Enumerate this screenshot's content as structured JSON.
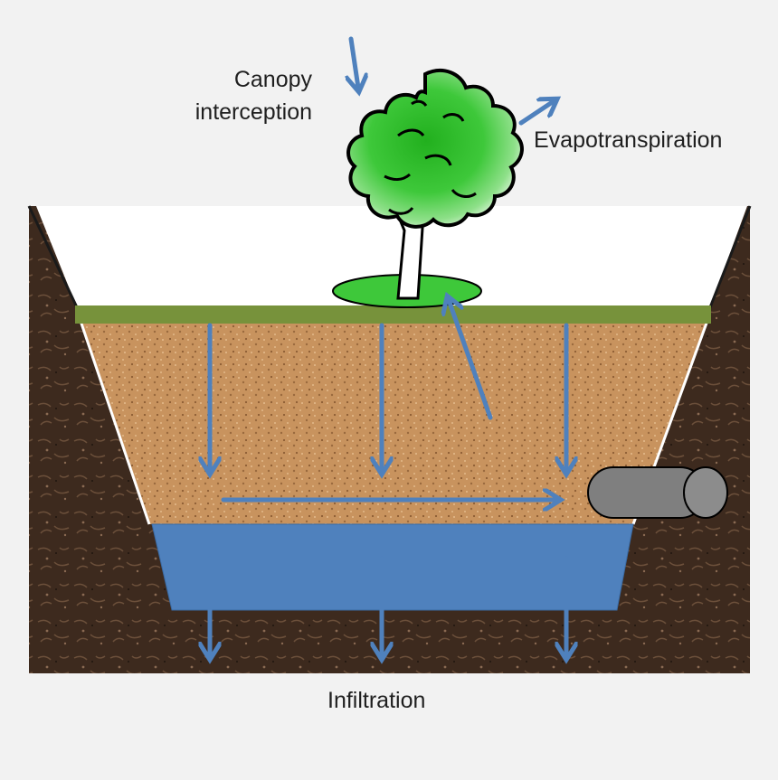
{
  "labels": {
    "canopy_line1": "Canopy",
    "canopy_line2": "interception",
    "evapotranspiration": "Evapotranspiration",
    "infiltration": "Infiltration"
  },
  "colors": {
    "background": "#f2f2f2",
    "soil_dark": "#3d2a1e",
    "media": "#c8935e",
    "grass_strip": "#77923b",
    "water": "#4f81bd",
    "arrow": "#4f81bd",
    "pipe": "#7f7f7f",
    "tree_green": "#3ec83a",
    "tree_outline": "#000000"
  },
  "elements": {
    "tree": "tree-icon",
    "pipe": "underdrain-pipe",
    "water": "storage-water-layer"
  }
}
